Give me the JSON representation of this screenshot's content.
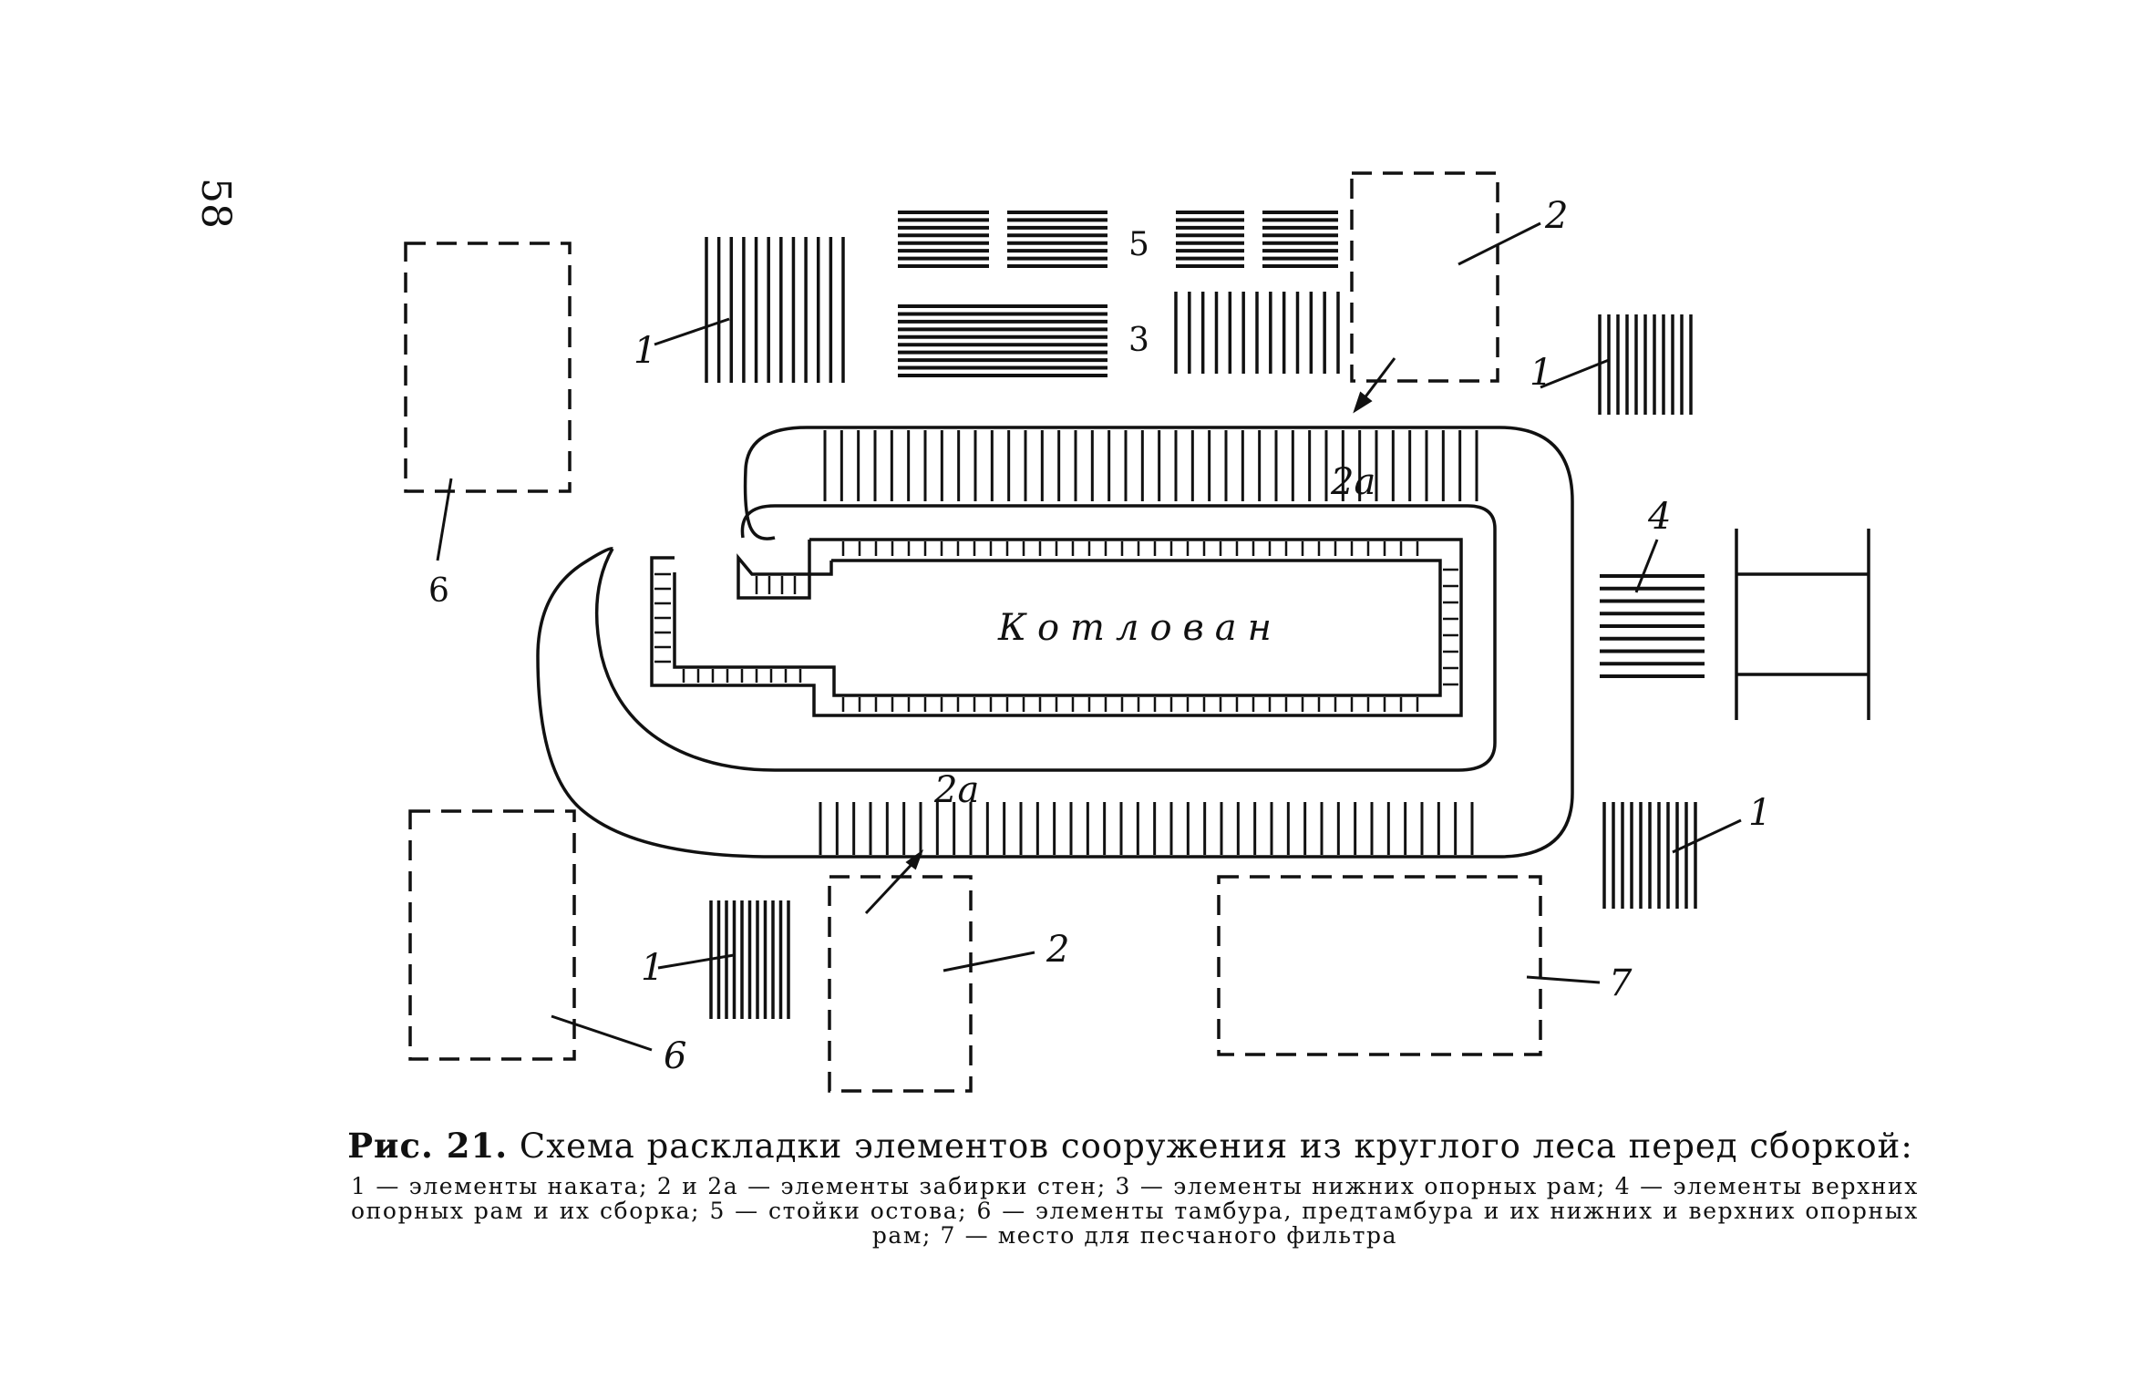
{
  "page": {
    "number": "58"
  },
  "diagram": {
    "pit_label": "Котлован",
    "labels": {
      "l1": "1",
      "l2": "2",
      "l2a": "2а",
      "l3": "3",
      "l4": "4",
      "l5": "5",
      "l6": "6",
      "l7": "7"
    }
  },
  "caption": {
    "figure": "Рис. 21.",
    "title": "Схема раскладки элементов сооружения из круглого леса перед сборкой:",
    "legend": "1 — элементы наката; 2 и 2а — элементы забирки стен; 3 — элементы нижних опорных рам; 4 — элементы верхних опорных рам и их сборка; 5 — стойки остова; 6 — элементы тамбура, предтамбура и их нижних и верхних опорных рам; 7 — место для песчаного фильтра"
  }
}
